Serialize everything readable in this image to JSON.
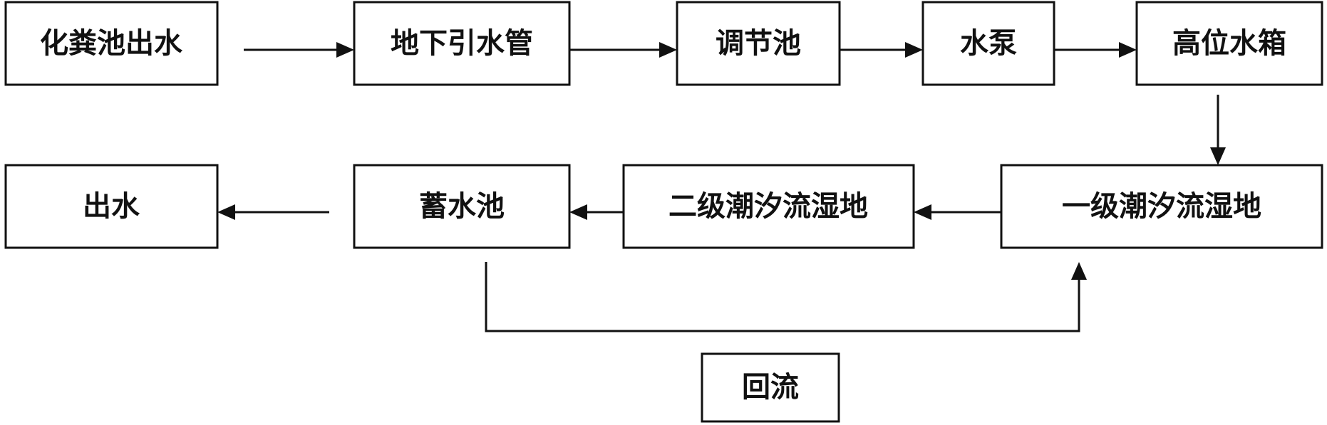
{
  "nodes": {
    "septic_outflow": "化粪池出水",
    "underground_pipe": "地下引水管",
    "regulating_tank": "调节池",
    "water_pump": "水泵",
    "elevated_tank": "高位水箱",
    "wetland_stage1": "一级潮汐流湿地",
    "wetland_stage2": "二级潮汐流湿地",
    "storage_pond": "蓄水池",
    "effluent": "出水",
    "recirculation": "回流"
  },
  "colors": {
    "line": "#111111",
    "box_fill": "#ffffff",
    "background": "#ffffff"
  }
}
